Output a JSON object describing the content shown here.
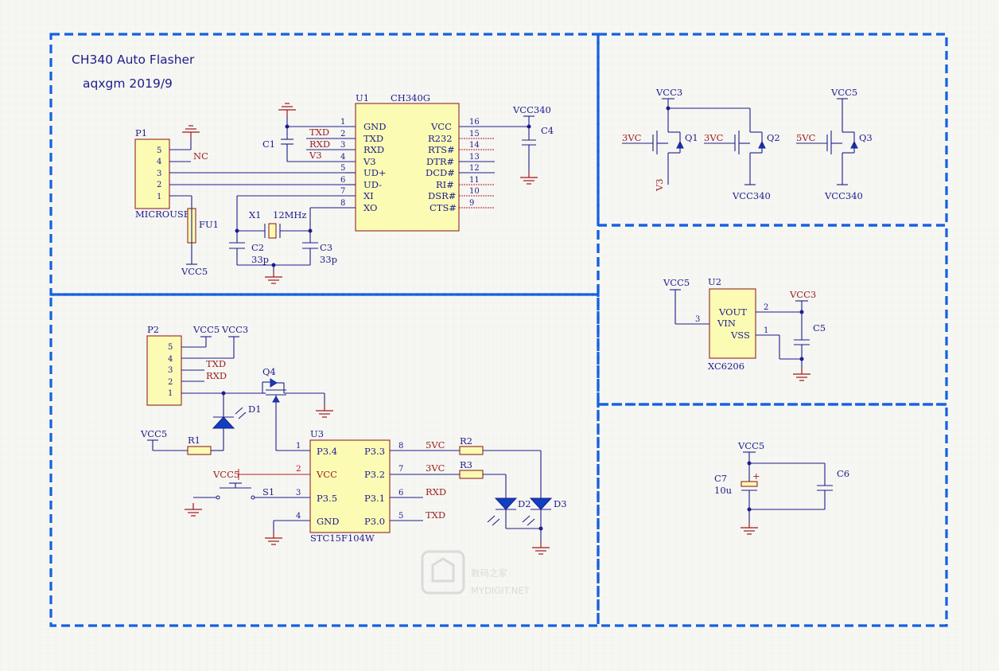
{
  "title_line1": "CH340 Auto Flasher",
  "title_line2": "aqxgm 2019/9",
  "p1": {
    "ref": "P1",
    "name": "MICROUSB",
    "pins": [
      "5",
      "4",
      "3",
      "2",
      "1"
    ],
    "nc": "NC",
    "fuse": "FU1",
    "vcc": "VCC5"
  },
  "u1": {
    "ref": "U1",
    "part": "CH340G",
    "left_pins": [
      {
        "num": "1",
        "name": "GND"
      },
      {
        "num": "2",
        "name": "TXD"
      },
      {
        "num": "3",
        "name": "RXD"
      },
      {
        "num": "4",
        "name": "V3"
      },
      {
        "num": "5",
        "name": "UD+"
      },
      {
        "num": "6",
        "name": "UD-"
      },
      {
        "num": "7",
        "name": "XI"
      },
      {
        "num": "8",
        "name": "XO"
      }
    ],
    "right_pins": [
      {
        "num": "16",
        "name": "VCC"
      },
      {
        "num": "15",
        "name": "R232"
      },
      {
        "num": "14",
        "name": "RTS#"
      },
      {
        "num": "13",
        "name": "DTR#"
      },
      {
        "num": "12",
        "name": "DCD#"
      },
      {
        "num": "11",
        "name": "RI#"
      },
      {
        "num": "10",
        "name": "DSR#"
      },
      {
        "num": "9",
        "name": "CTS#"
      }
    ],
    "net_txd": "TXD",
    "net_rxd": "RXD",
    "net_v3": "V3"
  },
  "c1": "C1",
  "c2": "C2",
  "c3": "C3",
  "c2_val": "33p",
  "c3_val": "33p",
  "x1": "X1",
  "x1_val": "12MHz",
  "c4": "C4",
  "vcc340": "VCC340",
  "q_section": {
    "q1": "Q1",
    "q2": "Q2",
    "q3": "Q3",
    "vcc3": "VCC3",
    "vcc5": "VCC5",
    "in1": "3VC",
    "in2": "3VC",
    "in3": "5VC",
    "v3": "V3",
    "out2": "VCC340",
    "out3": "VCC340"
  },
  "u2": {
    "ref": "U2",
    "part": "XC6206",
    "vout": "VOUT",
    "vin": "VIN",
    "vss": "VSS",
    "pin3": "3",
    "pin2": "2",
    "pin1": "1",
    "vcc5": "VCC5",
    "vcc3": "VCC3",
    "c5": "C5"
  },
  "cap_section": {
    "vcc5": "VCC5",
    "c7": "C7",
    "c7_val": "10u",
    "c6": "C6",
    "plus": "+"
  },
  "p2": {
    "ref": "P2",
    "pins": [
      "5",
      "4",
      "3",
      "2",
      "1"
    ],
    "vcc5": "VCC5",
    "vcc3": "VCC3",
    "txd": "TXD",
    "rxd": "RXD"
  },
  "q4": "Q4",
  "d1": "D1",
  "r1": "R1",
  "vcc5_r1": "VCC5",
  "u3": {
    "ref": "U3",
    "part": "STC15F104W",
    "left_pins": [
      {
        "num": "1",
        "name": "P3.4"
      },
      {
        "num": "2",
        "name": "VCC"
      },
      {
        "num": "3",
        "name": "P3.5"
      },
      {
        "num": "4",
        "name": "GND"
      }
    ],
    "right_pins": [
      {
        "num": "8",
        "name": "P3.3"
      },
      {
        "num": "7",
        "name": "P3.2"
      },
      {
        "num": "6",
        "name": "P3.1"
      },
      {
        "num": "5",
        "name": "P3.0"
      }
    ],
    "vcc5": "VCC5",
    "s1": "S1",
    "net_5vc": "5VC",
    "net_3vc": "3VC",
    "net_rxd": "RXD",
    "net_txd": "TXD"
  },
  "r2": "R2",
  "r3": "R3",
  "d2": "D2",
  "d3": "D3",
  "watermark_cn": "数码之家",
  "watermark_en": "MYDIGIT.NET",
  "colors": {
    "border": "#1560e0",
    "wire": "#1d1d8c",
    "net_label": "#9b1c1c",
    "part_fill": "#fbfbb4",
    "background": "#f6f6f3"
  }
}
